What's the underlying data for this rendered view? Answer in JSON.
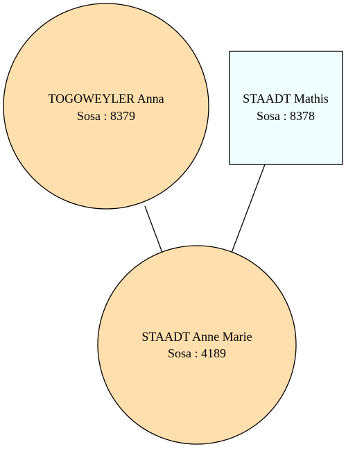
{
  "colors": {
    "female_fill": "#ffdfad",
    "male_fill": "#efffff",
    "stroke": "#000000"
  },
  "nodes": {
    "mother": {
      "name": "TOGOWEYLER Anna",
      "sosa": "Sosa : 8379",
      "shape": "circle"
    },
    "father": {
      "name": "STAADT Mathis",
      "sosa": "Sosa : 8378",
      "shape": "box"
    },
    "child": {
      "name": "STAADT Anne Marie",
      "sosa": "Sosa : 4189",
      "shape": "circle"
    }
  }
}
